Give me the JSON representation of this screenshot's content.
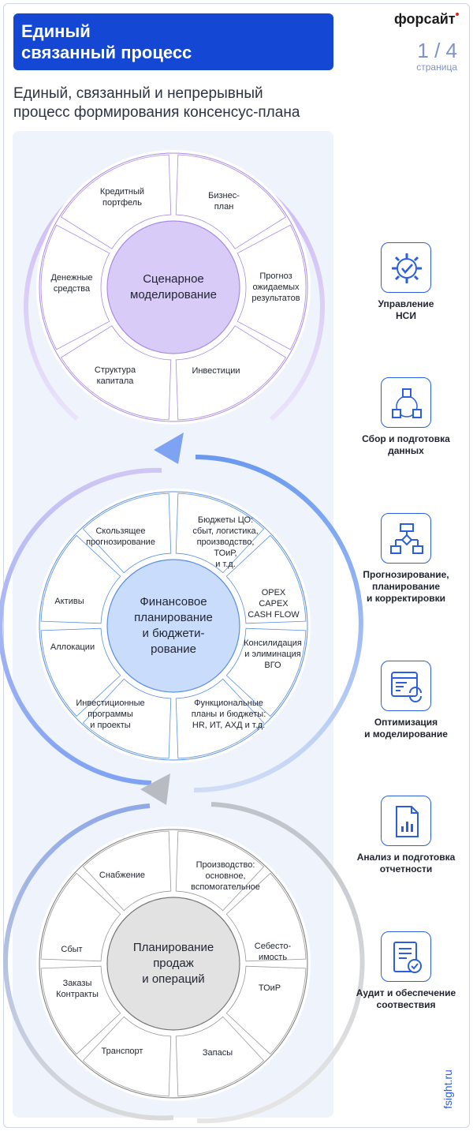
{
  "header": {
    "title_lines": [
      "Единый",
      "связанный процесс"
    ],
    "logo": "форсайт",
    "page_number": "1 / 4",
    "page_label": "страница",
    "subtitle_lines": [
      "Единый, связанный и непрерывный",
      "процесс формирования консенсус-плана"
    ]
  },
  "circles": [
    {
      "center": "Сценарное моделирование",
      "center_lines": [
        "Сценарное",
        "моделирование"
      ],
      "segments": [
        {
          "lines": [
            "Бизнес-",
            "план"
          ]
        },
        {
          "lines": [
            "Прогноз",
            "ожидаемых",
            "результатов"
          ]
        },
        {
          "lines": [
            "Инвестиции"
          ]
        },
        {
          "lines": [
            "Структура",
            "капитала"
          ]
        },
        {
          "lines": [
            "Денежные",
            "средства"
          ]
        },
        {
          "lines": [
            "Кредитный",
            "портфель"
          ]
        }
      ]
    },
    {
      "center": "Финансовое планирование и бюджетирование",
      "center_lines": [
        "Финансовое",
        "планирование",
        "и бюджети-",
        "рование"
      ],
      "segments": [
        {
          "lines": [
            "Бюджеты ЦО:",
            "сбыт, логистика,",
            "производство,",
            "ТОиР,",
            "и т.д."
          ]
        },
        {
          "lines": [
            "OPEX",
            "CAPEX",
            "CASH FLOW"
          ]
        },
        {
          "lines": [
            "Консилидация",
            "и элиминация",
            "ВГО"
          ]
        },
        {
          "lines": [
            "Функциональные",
            "планы и бюджеты:",
            "HR, ИТ, АХД и т.д."
          ]
        },
        {
          "lines": [
            "Инвестиционные",
            "программы",
            "и проекты"
          ]
        },
        {
          "lines": [
            "Аллокации"
          ]
        },
        {
          "lines": [
            "Активы"
          ]
        },
        {
          "lines": [
            "Скользящее",
            "прогнозирование"
          ]
        }
      ]
    },
    {
      "center": "Планирование продаж и операций",
      "center_lines": [
        "Планирование",
        "продаж",
        "и операций"
      ],
      "segments": [
        {
          "lines": [
            "Производство:",
            "основное,",
            "вспомогательное"
          ]
        },
        {
          "lines": [
            "Себесто-",
            "имость"
          ]
        },
        {
          "lines": [
            "ТОиР"
          ]
        },
        {
          "lines": [
            "Запасы"
          ]
        },
        {
          "lines": [
            "Транспорт"
          ]
        },
        {
          "lines": [
            "Заказы",
            "Контракты"
          ]
        },
        {
          "lines": [
            "Сбыт"
          ]
        },
        {
          "lines": [
            "Снабжение"
          ]
        }
      ]
    }
  ],
  "features": [
    {
      "icon": "gear-check-icon",
      "lines": [
        "Управление",
        "НСИ"
      ]
    },
    {
      "icon": "cubes-network-icon",
      "lines": [
        "Сбор и подготовка",
        "данных"
      ]
    },
    {
      "icon": "flowchart-icon",
      "lines": [
        "Прогнозирование,",
        "планирование",
        "и корректировки"
      ]
    },
    {
      "icon": "window-sync-icon",
      "lines": [
        "Оптимизация",
        "и моделирование"
      ]
    },
    {
      "icon": "report-chart-icon",
      "lines": [
        "Анализ и подготовка",
        "отчетности"
      ]
    },
    {
      "icon": "document-check-icon",
      "lines": [
        "Аудит и обеспечение",
        "соотвествия"
      ]
    }
  ],
  "footer": {
    "site": "fsight.ru"
  },
  "colors": {
    "brand": "#1447d3",
    "accent": "#2c5fe0",
    "purple": "#d9cbf7",
    "blue": "#c9dcfb",
    "gray": "#e2e2e2"
  }
}
